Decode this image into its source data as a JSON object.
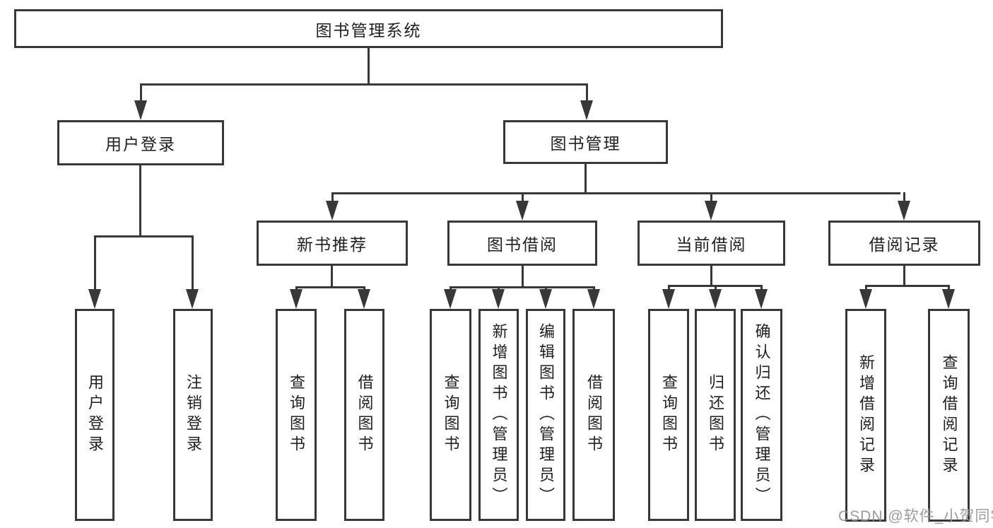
{
  "diagram": {
    "type": "hierarchy-diagram",
    "colors": {
      "line": "#383838",
      "text": "#1f1f1f",
      "background": "#ffffff",
      "watermark": "#949494"
    },
    "watermark": "CSDN @软件_小贺同学"
  },
  "tree": {
    "label": "图书管理系统",
    "children": [
      {
        "label": "用户登录",
        "children": [
          {
            "label": "用户登录"
          },
          {
            "label": "注销登录"
          }
        ]
      },
      {
        "label": "图书管理",
        "children": [
          {
            "label": "新书推荐",
            "children": [
              {
                "label": "查询图书"
              },
              {
                "label": "借阅图书"
              }
            ]
          },
          {
            "label": "图书借阅",
            "children": [
              {
                "label": "查询图书"
              },
              {
                "label": "新增图书（管理员）"
              },
              {
                "label": "编辑图书（管理员）"
              },
              {
                "label": "借阅图书"
              }
            ]
          },
          {
            "label": "当前借阅",
            "children": [
              {
                "label": "查询图书"
              },
              {
                "label": "归还图书"
              },
              {
                "label": "确认归还（管理员）"
              }
            ]
          },
          {
            "label": "借阅记录",
            "children": [
              {
                "label": "新增借阅记录"
              },
              {
                "label": "查询借阅记录"
              }
            ]
          }
        ]
      }
    ]
  }
}
